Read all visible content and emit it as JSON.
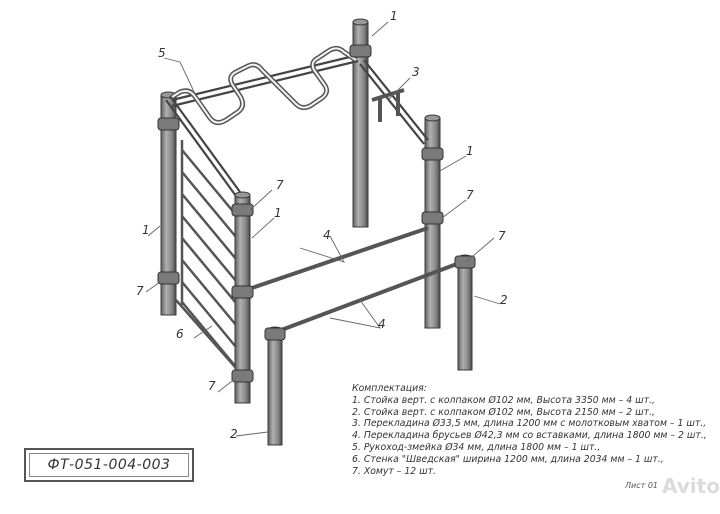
{
  "document_code": "ФТ-051-004-003",
  "spec": {
    "title": "Комплектация:",
    "items": [
      "1. Стойка верт. с колпаком Ø102 мм, Высота 3350 мм – 4 шт.,",
      "2. Стойка верт. с колпаком Ø102 мм, Высота 2150 мм – 2 шт.,",
      "3. Перекладина Ø33,5 мм, длина 1200 мм с молотковым хватом – 1 шт.,",
      "4. Перекладина брусьев Ø42,3 мм со вставками, длина 1800 мм – 2 шт.,",
      "5. Рукоход-змейка Ø34 мм, длина 1800 мм – 1 шт.,",
      "6. Стенка \"Шведская\" ширина 1200 мм, длина 2034 мм – 1 шт.,",
      "7. Хомут – 12 шт."
    ]
  },
  "sheet_label": "Лист 01",
  "watermark": "Avito",
  "callouts": {
    "c1_top": "1",
    "c1_mid": "1",
    "c1_left": "1",
    "c1_front": "1",
    "c2_right": "2",
    "c2_front": "2",
    "c3": "3",
    "c4_upper": "4",
    "c4_lower": "4",
    "c5": "5",
    "c6": "6",
    "c7_a": "7",
    "c7_b": "7",
    "c7_c": "7",
    "c7_d": "7",
    "c7_e": "7"
  },
  "colors": {
    "post_fill": "#8c8c8c",
    "post_edge": "#3a3a3a",
    "line": "#444444"
  }
}
